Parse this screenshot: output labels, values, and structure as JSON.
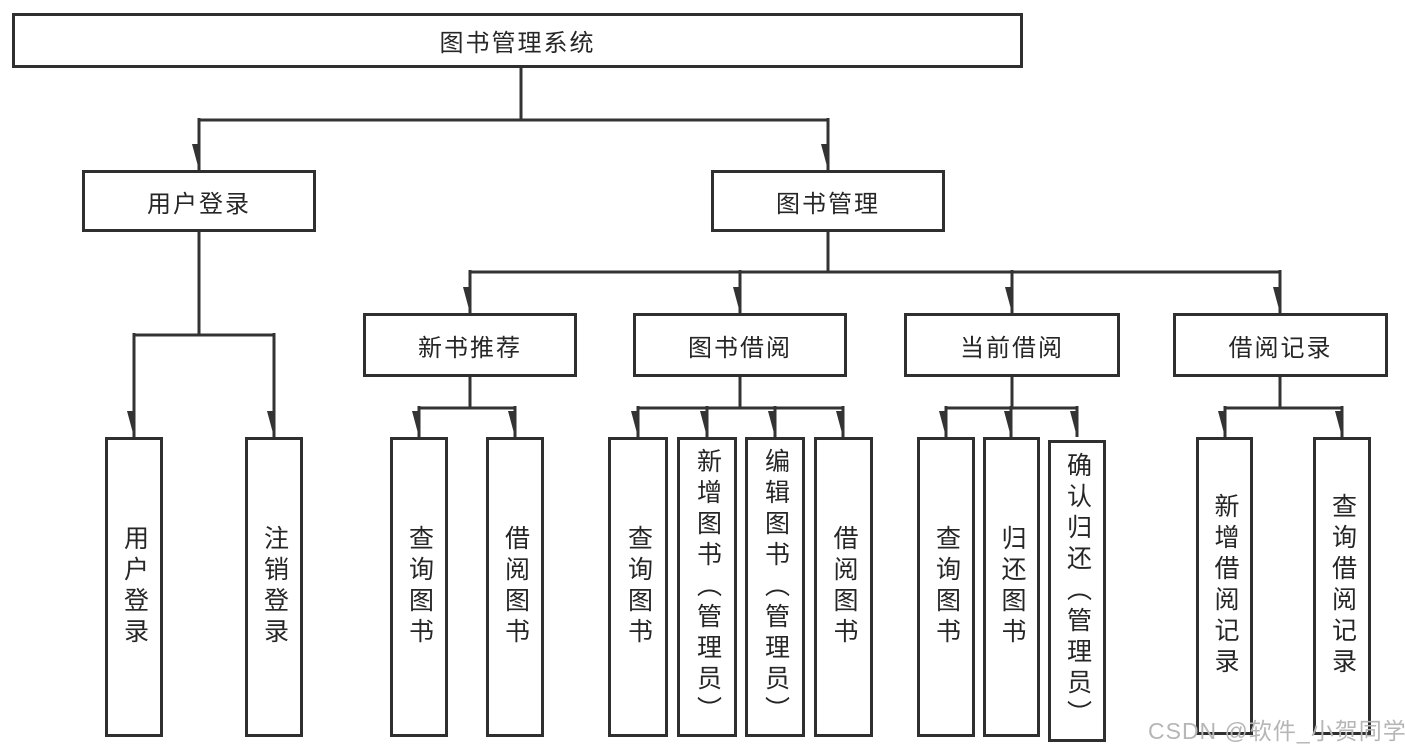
{
  "diagram": {
    "title": "图书管理系统",
    "modules": {
      "user_login": {
        "label": "用户登录",
        "children": {
          "login": "用户登录",
          "logout": "注销登录"
        }
      },
      "book_management": {
        "label": "图书管理",
        "children": {
          "new_book_recommend": {
            "label": "新书推荐",
            "children": {
              "query_books": "查询图书",
              "borrow_books": "借阅图书"
            }
          },
          "book_borrowing": {
            "label": "图书借阅",
            "children": {
              "query_books": "查询图书",
              "add_books": "新增图书（管理员）",
              "edit_books": "编辑图书（管理员）",
              "borrow_books": "借阅图书"
            }
          },
          "current_borrowing": {
            "label": "当前借阅",
            "children": {
              "query_books": "查询图书",
              "return_books": "归还图书",
              "confirm_return": "确认归还（管理员）"
            }
          },
          "borrowing_records": {
            "label": "借阅记录",
            "children": {
              "add_record": "新增借阅记录",
              "query_record": "查询借阅记录"
            }
          }
        }
      }
    }
  },
  "watermark": "CSDN @软件_小贺同学",
  "colors": {
    "box_border": "#2f2f2f",
    "connector_line": "#333333",
    "text": "#262626",
    "watermark_text": "#b6b6b6",
    "background": "#ffffff"
  }
}
